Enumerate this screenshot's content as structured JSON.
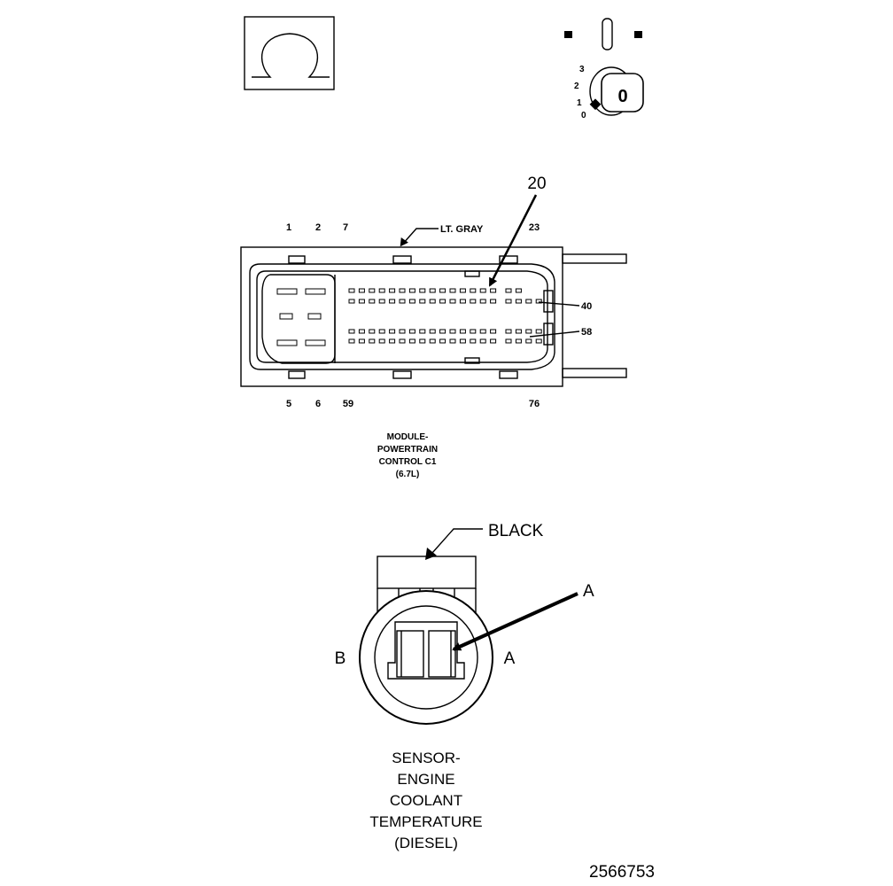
{
  "ignition_icon": {
    "positions": [
      "3",
      "2",
      "1",
      "0"
    ],
    "key_label": "0"
  },
  "pcm_connector": {
    "callout_number": "20",
    "color_label": "LT. GRAY",
    "top_pins": [
      "1",
      "2",
      "7",
      "23"
    ],
    "bottom_pins": [
      "5",
      "6",
      "59",
      "76"
    ],
    "side_pins": [
      "40",
      "58"
    ],
    "caption": [
      "MODULE-",
      "POWERTRAIN",
      "CONTROL C1",
      "(6.7L)"
    ]
  },
  "sensor_connector": {
    "color_label": "BLACK",
    "callout_label": "A",
    "left_label": "B",
    "right_label": "A",
    "caption": [
      "SENSOR-",
      "ENGINE",
      "COOLANT",
      "TEMPERATURE",
      "(DIESEL)"
    ]
  },
  "figure_id": "2566753"
}
